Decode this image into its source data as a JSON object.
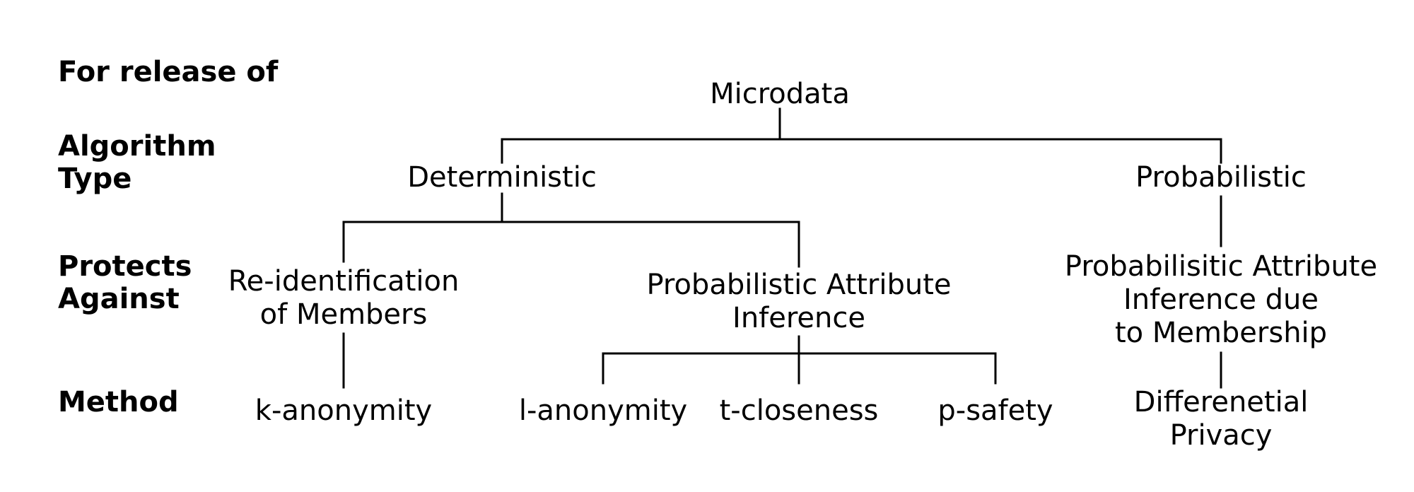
{
  "row_labels": {
    "release": [
      "For release of"
    ],
    "algorithm": [
      "Algorithm",
      "Type"
    ],
    "protects": [
      "Protects",
      "Against"
    ],
    "method": [
      "Method"
    ]
  },
  "nodes": {
    "microdata": [
      "Microdata"
    ],
    "deterministic": [
      "Deterministic"
    ],
    "probabilistic": [
      "Probabilistic"
    ],
    "reidentification": [
      "Re-identification",
      "of Members"
    ],
    "prob_attr_inference": [
      "Probabilistic Attribute",
      "Inference"
    ],
    "prob_attr_membership": [
      "Probabilisitic Attribute",
      "Inference due",
      "to Membership"
    ],
    "k_anonymity": [
      "k-anonymity"
    ],
    "l_anonymity": [
      "l-anonymity"
    ],
    "t_closeness": [
      "t-closeness"
    ],
    "p_safety": [
      "p-safety"
    ],
    "differential_privacy": [
      "Differenetial",
      "Privacy"
    ]
  },
  "colors": {
    "line": "#000000",
    "text": "#000000",
    "background": "#ffffff"
  }
}
